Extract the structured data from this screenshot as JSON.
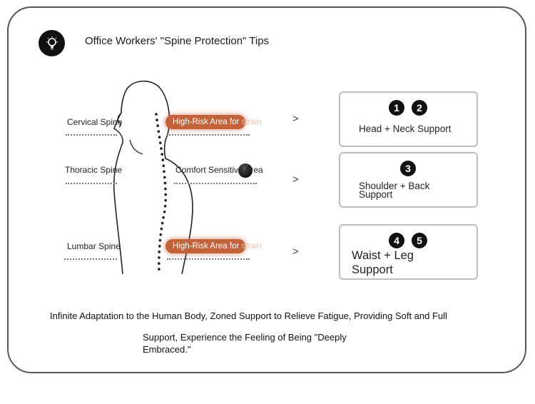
{
  "title": "Office Workers' \"Spine Protection\" Tips",
  "icons": {
    "header": "lightbulb-icon"
  },
  "spine_labels": {
    "cervical": "Cervical Spine",
    "thoracic": "Thoracic Spine",
    "lumbar": "Lumbar Spine"
  },
  "zones": {
    "cervical_main": "High-Risk Area for ",
    "cervical_fade": "strain",
    "thoracic": "Comfort Sensitive Area",
    "lumbar_main": "High-Risk Area for ",
    "lumbar_fade": "strain"
  },
  "arrow": ">",
  "supports": {
    "head": {
      "nums": [
        "1",
        "2"
      ],
      "label": "Head + Neck Support"
    },
    "shoulder": {
      "nums": [
        "3"
      ],
      "label_line1": "Shoulder + Back",
      "label_line2": "Support"
    },
    "waist": {
      "nums": [
        "4",
        "5"
      ],
      "label_line1": "Waist + Leg",
      "label_line2": "Support"
    }
  },
  "tagline": {
    "line1": "Infinite Adaptation to the Human Body, Zoned Support to Relieve Fatigue, Providing Soft and Full",
    "line2": "Support, Experience the Feeling of Being \"Deeply",
    "line3": "Embraced.\""
  },
  "colors": {
    "risk_pill": "#c1623b",
    "outline": "#222222",
    "box_border": "#bdbdbd"
  }
}
